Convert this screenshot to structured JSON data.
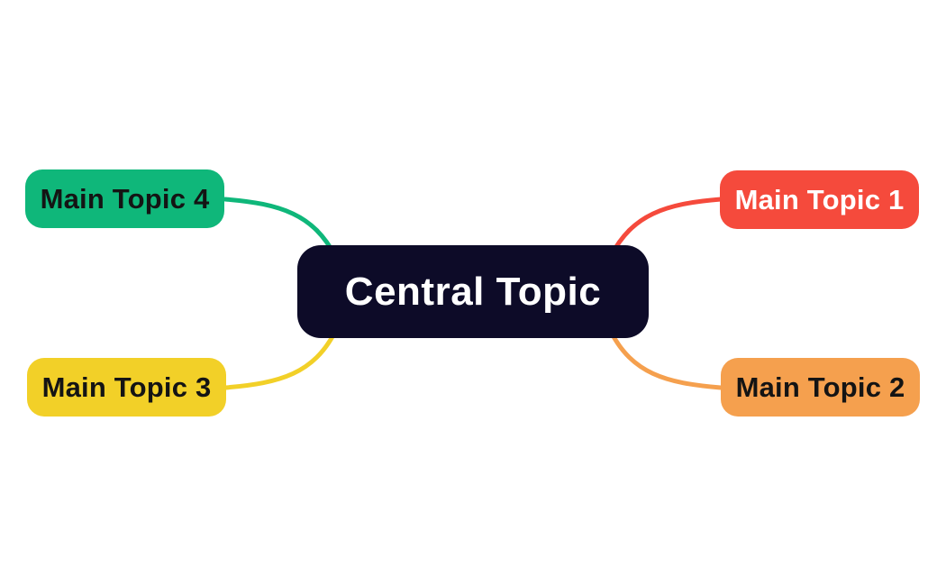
{
  "canvas": {
    "background_color": "#ffffff"
  },
  "central_topic": {
    "label": "Central Topic",
    "color": "#0d0b28",
    "text_color": "#ffffff"
  },
  "main_topics": [
    {
      "label": "Main Topic 1",
      "position": "top-right",
      "color": "#f54a3c",
      "text_color": "#ffffff"
    },
    {
      "label": "Main Topic 2",
      "position": "bottom-right",
      "color": "#f5a04e",
      "text_color": "#141414"
    },
    {
      "label": "Main Topic 3",
      "position": "bottom-left",
      "color": "#f2d028",
      "text_color": "#141414"
    },
    {
      "label": "Main Topic 4",
      "position": "top-left",
      "color": "#0fb77a",
      "text_color": "#141414"
    }
  ],
  "connectors": [
    {
      "from": "Central Topic",
      "to": "Main Topic 1",
      "color": "#f54a3c"
    },
    {
      "from": "Central Topic",
      "to": "Main Topic 2",
      "color": "#f5a04e"
    },
    {
      "from": "Central Topic",
      "to": "Main Topic 3",
      "color": "#f2d028"
    },
    {
      "from": "Central Topic",
      "to": "Main Topic 4",
      "color": "#0fb77a"
    }
  ]
}
